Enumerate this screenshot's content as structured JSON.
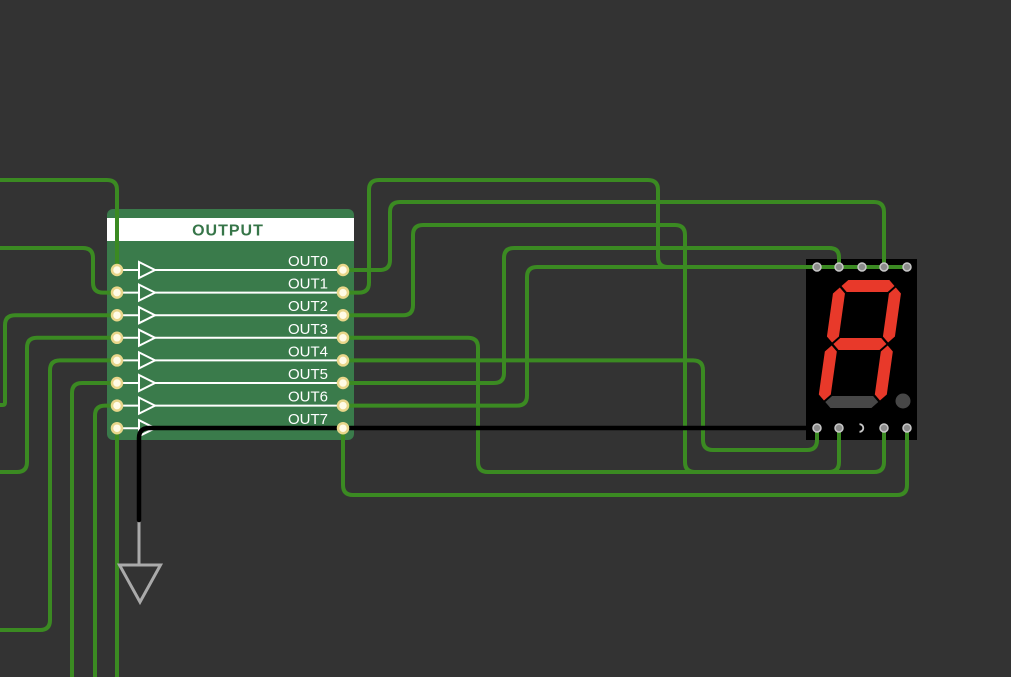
{
  "canvas": {
    "background": "#333333"
  },
  "component": {
    "title": "OUTPUT",
    "output_labels": [
      "OUT0",
      "OUT1",
      "OUT2",
      "OUT3",
      "OUT4",
      "OUT5",
      "OUT6",
      "OUT7"
    ],
    "fill": "#3a7b4b",
    "header_fill": "#ffffff",
    "title_color": "#367548",
    "pin_ring": "#e8d68a",
    "pin_fill": "#fffbe6",
    "buffer_icon": "buffer-triangle-icon"
  },
  "display": {
    "type": "seven-segment",
    "segments": {
      "a": true,
      "b": true,
      "c": true,
      "d": false,
      "e": true,
      "f": true,
      "g": true,
      "dp": false
    },
    "on_color": "#e8392a",
    "off_color": "#474747",
    "body_color": "#000000",
    "top_pins": 5,
    "bottom_pins": 5,
    "unconnected_bottom_pin": 2
  },
  "wires": {
    "signal_color": "#3b8a22",
    "ground_color": "#000000"
  },
  "ground": {
    "icon": "ground-icon",
    "color": "#aaaaaa"
  }
}
